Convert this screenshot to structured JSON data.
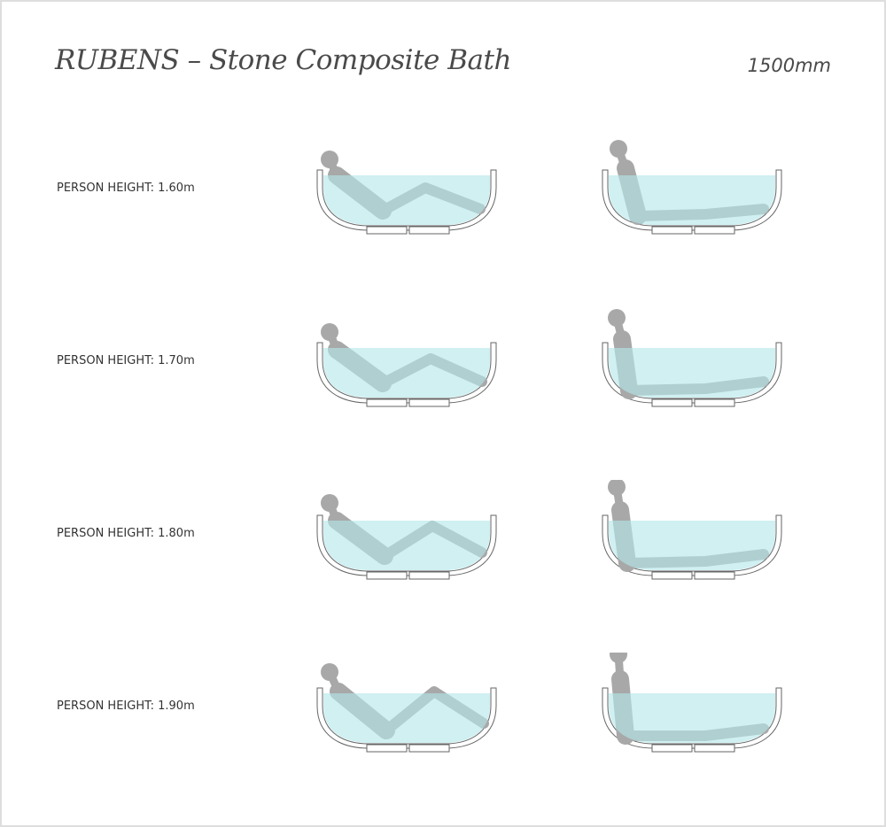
{
  "header": {
    "title": "RUBENS – Stone Composite Bath",
    "size": "1500mm"
  },
  "rows": [
    {
      "label": "PERSON HEIGHT: 1.60m"
    },
    {
      "label": "PERSON HEIGHT: 1.70m"
    },
    {
      "label": "PERSON HEIGHT: 1.80m"
    },
    {
      "label": "PERSON HEIGHT: 1.90m"
    }
  ],
  "colors": {
    "water": "#b3e6ea",
    "person": "#a8a8a8",
    "outline": "#666666"
  }
}
